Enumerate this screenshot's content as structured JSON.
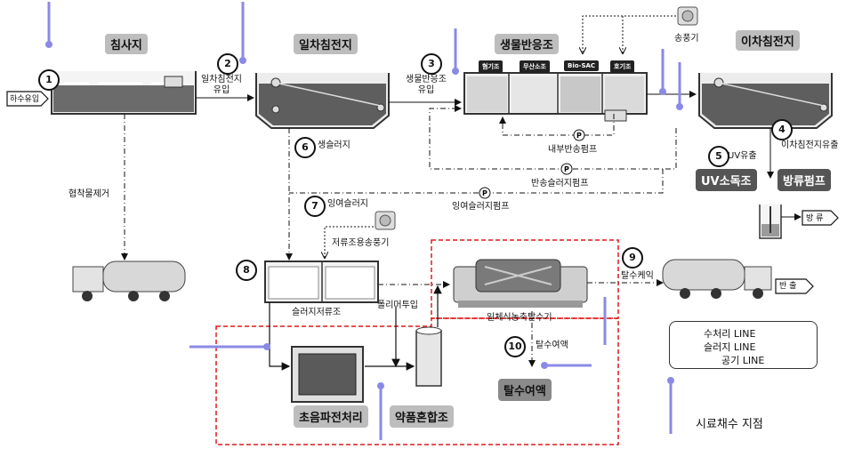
{
  "headers": {
    "grit": "침사지",
    "primary": "일차침전지",
    "bio": "생물반응조",
    "secondary": "이차침전지"
  },
  "bio_compartments": [
    "혐기조",
    "무산소조",
    "Bio-SAC",
    "호기조"
  ],
  "steps": {
    "s1": "1",
    "s2": "2",
    "s3": "3",
    "s4": "4",
    "s5": "5",
    "s6": "6",
    "s7": "7",
    "s8": "8",
    "s9": "9",
    "s10": "10"
  },
  "labels": {
    "inflow": "하수유입",
    "primary_inflow": "일차침전지\n유입",
    "bio_inflow": "생물반응조\n유입",
    "blower": "송풍기",
    "internal_pump": "내부반송펌프",
    "return_pump": "반송슬러지펌프",
    "excess_pump": "잉여슬러지펌프",
    "secondary_outflow": "이차침전지유출",
    "uv_outflow": "UV유출",
    "grit_removal": "협착물제거",
    "raw_sludge": "생슬러지",
    "excess_sludge": "잉여슬러지",
    "storage_blower": "저류조용송풍기",
    "sludge_storage": "슬러지저류조",
    "polymer": "폴리머투입",
    "dewater_machine": "일체식농축탈수기",
    "dewater_cake": "탈수케익",
    "filtrate": "탈수여액",
    "discharge": "방 류",
    "carry_out": "반 출"
  },
  "boxes": {
    "uv": "UV소독조",
    "discharge_pump": "방류펌프",
    "filtrate_tank": "탈수여액",
    "ultrasonic": "초음파전처리",
    "chem_mixing": "약품혼합조"
  },
  "legend": {
    "water": "수처리 LINE",
    "sludge": "슬러지 LINE",
    "air": "공기 LINE"
  },
  "sampling_label": "시료채수 지점",
  "colors": {
    "sampling_marker": "#8a8ae6",
    "highlight_border": "#e01818",
    "header_bg": "#bdbdbd"
  }
}
